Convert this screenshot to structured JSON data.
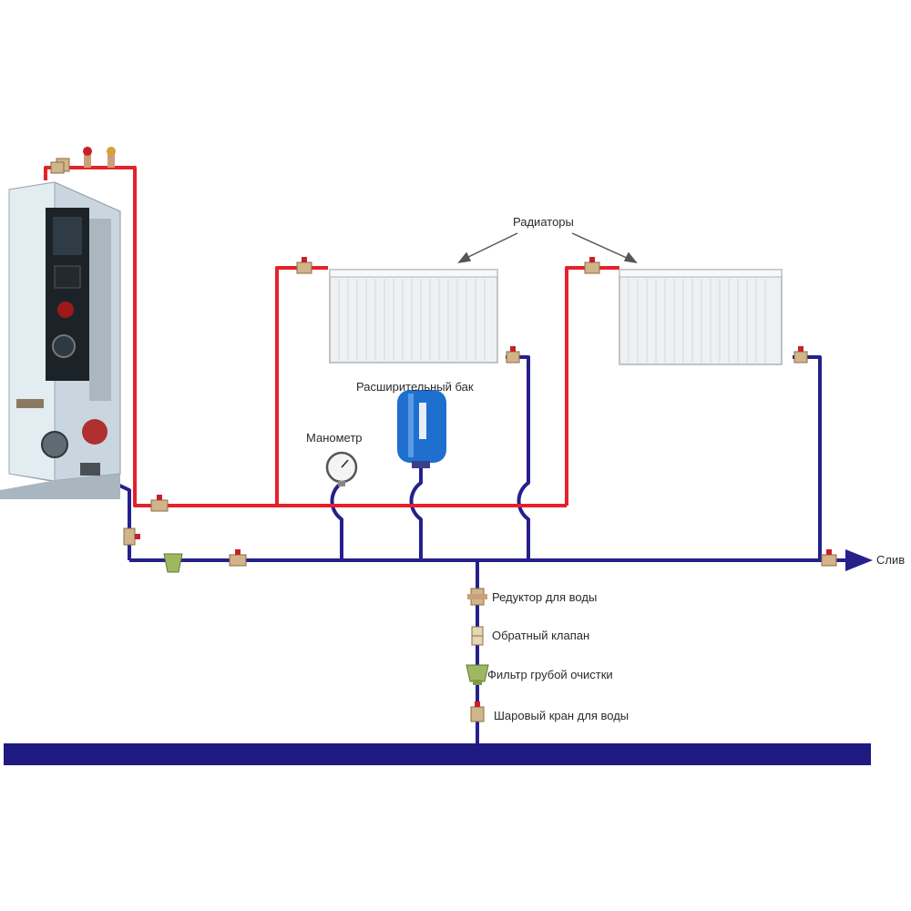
{
  "labels": {
    "radiators": "Радиаторы",
    "expansion_tank": "Расширительный бак",
    "pressure_gauge": "Манометр",
    "drain": "Слив",
    "water_reducer": "Редуктор для воды",
    "check_valve": "Обратный клапан",
    "coarse_filter": "Фильтр грубой очистки",
    "ball_valve": "Шаровый кран для воды"
  },
  "colors": {
    "supply_pipe": "#e52129",
    "return_pipe": "#25208c",
    "main_pipe": "#1e1a80",
    "tank": "#1f6fd0",
    "radiator": "#eef0f2",
    "boiler_panel": "#c9d6df",
    "valve_body": "#d0b48a",
    "valve_handle": "#c8202a",
    "filter": "#9fb860",
    "arrow": "#555555"
  }
}
